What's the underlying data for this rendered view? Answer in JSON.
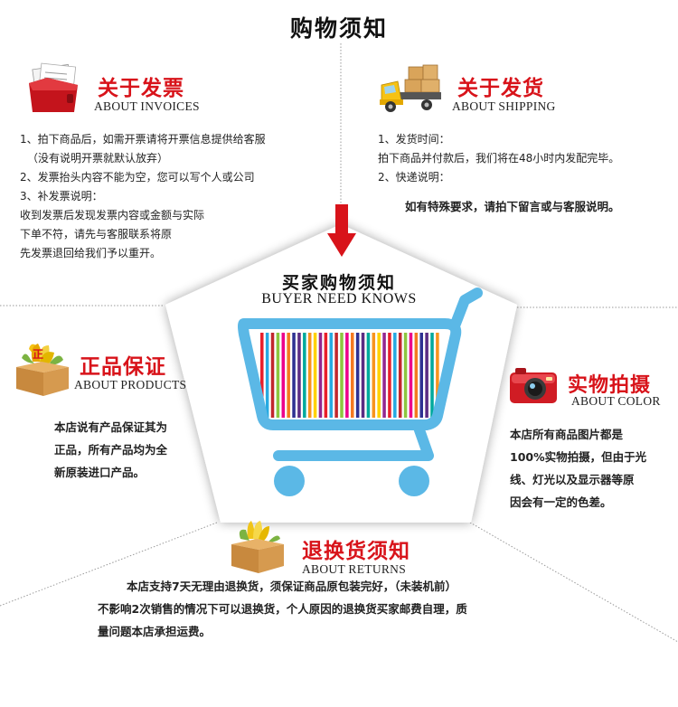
{
  "page_title": "购物须知",
  "center": {
    "title": "买家购物须知",
    "subtitle": "BUYER NEED KNOWS"
  },
  "sections": {
    "invoices": {
      "title": "关于发票",
      "subtitle": "ABOUT INVOICES",
      "icon": "folder-invoice-icon",
      "lines": [
        "1、拍下商品后，如需开票请将开票信息提供给客服",
        "（没有说明开票就默认放弃）",
        "2、发票抬头内容不能为空，您可以写个人或公司",
        "3、补发票说明：",
        "收到发票后发现发票内容或金额与实际",
        "下单不符，请先与客服联系将原",
        "先发票退回给我们予以重开。"
      ]
    },
    "shipping": {
      "title": "关于发货",
      "subtitle": "ABOUT SHIPPING",
      "icon": "delivery-truck-icon",
      "lines": [
        "1、发货时间：",
        "拍下商品并付款后，我们将在48小时内发配完毕。",
        "2、快递说明：",
        "如有特殊要求，请拍下留言或与客服说明。"
      ]
    },
    "products": {
      "title": "正品保证",
      "subtitle": "ABOUT PRODUCTS",
      "icon": "genuine-box-icon",
      "lines": [
        "本店说有产品保证其为",
        "正品，所有产品均为全",
        "新原装进口产品。"
      ]
    },
    "color": {
      "title": "实物拍摄",
      "subtitle": "ABOUT COLOR",
      "icon": "camera-icon",
      "lines": [
        "本店所有商品图片都是",
        "100%实物拍摄，但由于光",
        "线、灯光以及显示器等原",
        "因会有一定的色差。"
      ]
    },
    "returns": {
      "title": "退换货须知",
      "subtitle": "ABOUT RETURNS",
      "icon": "gift-box-icon",
      "lines": [
        "本店支持7天无理由退换货，须保证商品原包装完好，（未装机前）",
        "不影响2次销售的情况下可以退换货，个人原因的退换货买家邮费自理，质",
        "量问题本店承担运费。"
      ]
    }
  },
  "colors": {
    "accent_red": "#d8131a",
    "cart_blue": "#5bb8e6",
    "divider_gray": "#9a9a9a"
  }
}
